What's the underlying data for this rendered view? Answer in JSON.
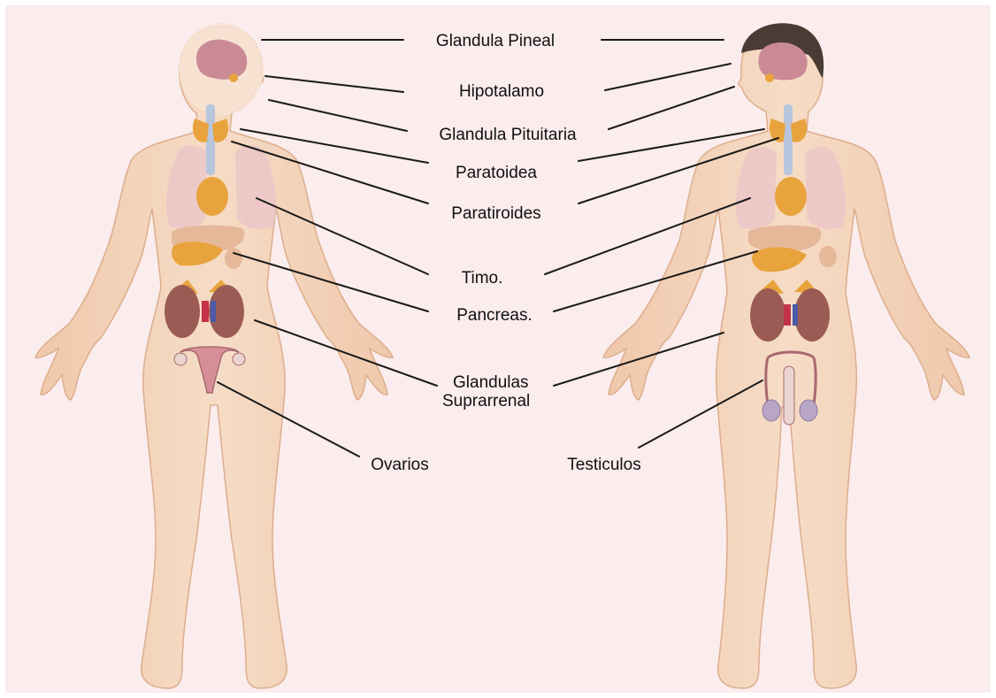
{
  "colors": {
    "background": "#fbeced",
    "skin": "#f2d2b8",
    "skin_outline": "#dcae8c",
    "brain": "#c98a96",
    "lungs": "#ecc6c8",
    "gland": "#e8a33d",
    "kidney": "#9b5b55",
    "hair": "#4a3b34",
    "leader": "#1a1a1a"
  },
  "labels": {
    "pineal": "Glandula Pineal",
    "hypothalamus": "Hipotalamo",
    "pituitary": "Glandula Pituitaria",
    "parathyroid_1": "Paratoidea",
    "parathyroid_2": "Paratiroides",
    "thymus": "Timo.",
    "pancreas": "Pancreas.",
    "adrenal_line1": "Glandulas",
    "adrenal_line2": "Suprarrenal",
    "ovaries": "Ovarios",
    "testicles": "Testiculos"
  },
  "figures": {
    "female": "female-body",
    "male": "male-body"
  }
}
